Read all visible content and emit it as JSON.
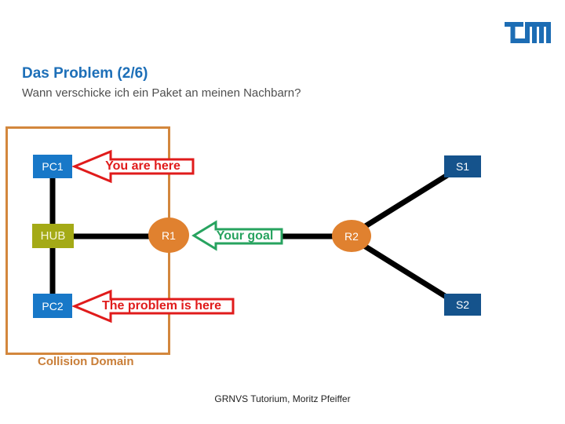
{
  "slide": {
    "title": "Das Problem (2/6)",
    "subtitle": "Wann verschicke ich ein Paket an meinen Nachbarn?",
    "footer": "GRNVS Tutorium, Moritz Pfeiffer"
  },
  "icons": {
    "logo": "tum-logo"
  },
  "diagram": {
    "collision_domain_label": "Collision Domain",
    "nodes": {
      "pc1": "PC1",
      "hub": "HUB",
      "pc2": "PC2",
      "r1": "R1",
      "r2": "R2",
      "s1": "S1",
      "s2": "S2"
    },
    "callouts": {
      "you_are_here": "You are here",
      "your_goal": "Your goal",
      "problem_here": "The problem is here"
    },
    "colors": {
      "title_blue": "#1d6fb8",
      "logo_blue": "#1d6db4",
      "pc_blue": "#1878c8",
      "server_blue": "#15538c",
      "hub_olive": "#a4aa16",
      "router_orange": "#e0812f",
      "domain_orange": "#d3873d",
      "callout_red": "#e01b1b",
      "callout_green": "#27a35f",
      "link_black": "#000000"
    }
  }
}
